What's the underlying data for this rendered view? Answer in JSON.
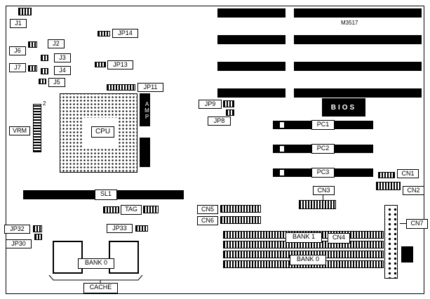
{
  "board": {
    "model": "M3517",
    "vrm_note": "2",
    "labels": {
      "j1": "J1",
      "j2": "J2",
      "j3": "J3",
      "j4": "J4",
      "j5": "J5",
      "j6": "J6",
      "j7": "J7",
      "jp8": "JP8",
      "jp9": "JP9",
      "jp11": "JP11",
      "jp13": "JP13",
      "jp14": "JP14",
      "jp30": "JP30",
      "jp32": "JP32",
      "jp33": "JP33",
      "vrm": "VRM",
      "cpu": "CPU",
      "amp": "AMP",
      "bios": "BIOS",
      "pc1": "PC1",
      "pc2": "PC2",
      "pc3": "PC3",
      "cn1": "CN1",
      "cn2": "CN2",
      "cn3": "CN3",
      "cn4": "CN4",
      "cn5": "CN5",
      "cn6": "CN6",
      "cn7": "CN7",
      "sl1": "SL1",
      "tag": "TAG",
      "bank1": "BANK 1",
      "bank0_right": "BANK 0",
      "bank0_left": "BANK 0",
      "cache": "CACHE"
    },
    "colors": {
      "component": "#000000",
      "board_bg": "#ffffff",
      "label_border": "#000000"
    }
  }
}
